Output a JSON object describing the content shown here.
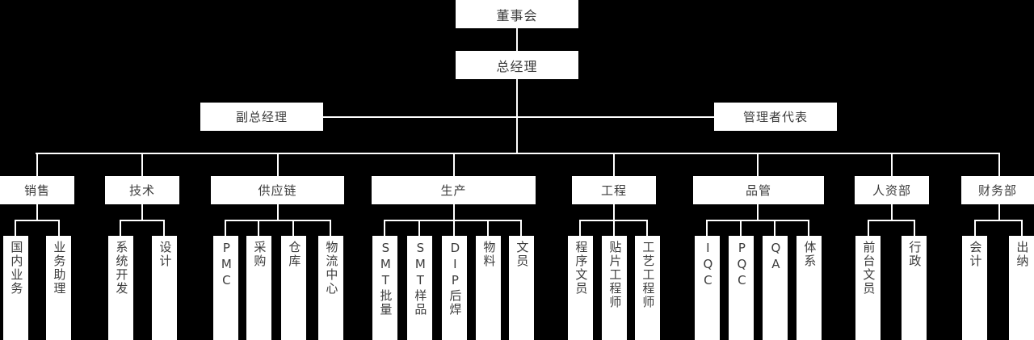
{
  "chart_title": "",
  "colors": {
    "background": "#000000",
    "node_fill": "#ffffff",
    "node_text": "#3c3c3c",
    "connector": "#ffffff"
  },
  "org": {
    "board": {
      "label": "董事会"
    },
    "general_manager": {
      "label": "总经理"
    },
    "deputy_general_manager": {
      "label": "副总经理"
    },
    "management_representative": {
      "label": "管理者代表"
    },
    "departments": [
      {
        "label": "销售",
        "children": [
          {
            "label": "国内业务"
          },
          {
            "label": "业务助理"
          }
        ]
      },
      {
        "label": "技术",
        "children": [
          {
            "label": "系统开发"
          },
          {
            "label": "设计"
          }
        ]
      },
      {
        "label": "供应链",
        "children": [
          {
            "label": "PMC"
          },
          {
            "label": "采购"
          },
          {
            "label": "仓库"
          },
          {
            "label": "物流中心"
          }
        ]
      },
      {
        "label": "生产",
        "children": [
          {
            "label": "SMT批量"
          },
          {
            "label": "SMT样品"
          },
          {
            "label": "DIP后焊"
          },
          {
            "label": "物料"
          },
          {
            "label": "文员"
          }
        ]
      },
      {
        "label": "工程",
        "children": [
          {
            "label": "程序文员"
          },
          {
            "label": "贴片工程师"
          },
          {
            "label": "工艺工程师"
          }
        ]
      },
      {
        "label": "品管",
        "children": [
          {
            "label": "IQC"
          },
          {
            "label": "PQC"
          },
          {
            "label": "QA"
          },
          {
            "label": "体系"
          }
        ]
      },
      {
        "label": "人资部",
        "children": [
          {
            "label": "前台文员"
          },
          {
            "label": "行政"
          }
        ]
      },
      {
        "label": "财务部",
        "children": [
          {
            "label": "会计"
          },
          {
            "label": "出纳"
          }
        ]
      }
    ]
  }
}
